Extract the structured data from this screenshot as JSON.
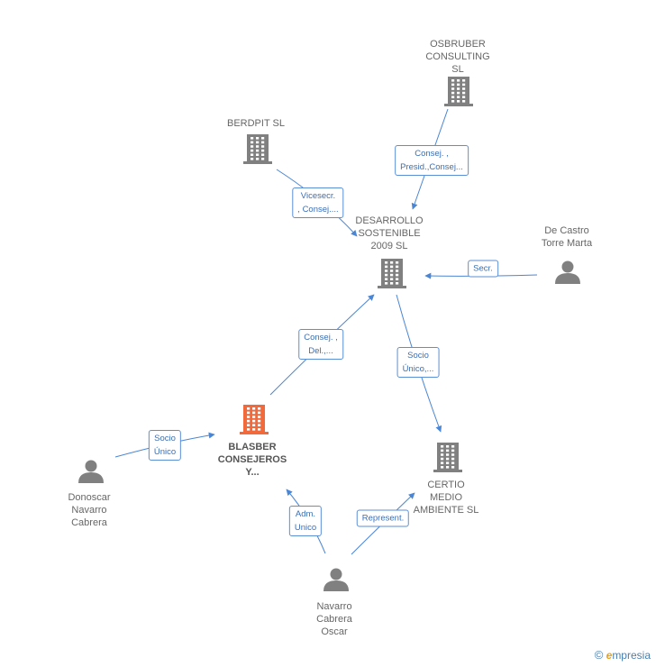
{
  "colors": {
    "edge": "#4a86d4",
    "company": "#808080",
    "company_main": "#f26a3c",
    "person": "#808080"
  },
  "nodes": [
    {
      "id": "osbruber",
      "type": "company",
      "label": "OSBRUBER\nCONSULTING\nSL",
      "icon": "building-icon"
    },
    {
      "id": "berdpit",
      "type": "company",
      "label": "BERDPIT SL",
      "icon": "building-icon"
    },
    {
      "id": "desarrollo",
      "type": "company",
      "label": "DESARROLLO\nSOSTENIBLE\n2009 SL",
      "icon": "building-icon"
    },
    {
      "id": "decastro",
      "type": "person",
      "label": "De Castro\nTorre Marta",
      "icon": "person-icon"
    },
    {
      "id": "blasber",
      "type": "company_main",
      "label": "BLASBER\nCONSEJEROS\nY...",
      "icon": "building-icon"
    },
    {
      "id": "certio",
      "type": "company",
      "label": "CERTIO\nMEDIO\nAMBIENTE  SL",
      "icon": "building-icon"
    },
    {
      "id": "donoscar",
      "type": "person",
      "label": "Donoscar\nNavarro\nCabrera",
      "icon": "person-icon"
    },
    {
      "id": "navarro",
      "type": "person",
      "label": "Navarro\nCabrera\nOscar",
      "icon": "person-icon"
    }
  ],
  "edges": [
    {
      "id": "e1",
      "from": "osbruber",
      "to": "desarrollo",
      "label": "Consej. ,\nPresid.,Consej..."
    },
    {
      "id": "e2",
      "from": "berdpit",
      "to": "desarrollo",
      "label": "Vicesecr.\n, Consej...."
    },
    {
      "id": "e3",
      "from": "decastro",
      "to": "desarrollo",
      "label": "Secr."
    },
    {
      "id": "e4",
      "from": "blasber",
      "to": "desarrollo",
      "label": "Consej. ,\nDel.,..."
    },
    {
      "id": "e5",
      "from": "desarrollo",
      "to": "certio",
      "label": "Socio\nÚnico,..."
    },
    {
      "id": "e6",
      "from": "donoscar",
      "to": "blasber",
      "label": "Socio\nÚnico"
    },
    {
      "id": "e7",
      "from": "navarro",
      "to": "blasber",
      "label": "Adm.\nUnico"
    },
    {
      "id": "e8",
      "from": "navarro",
      "to": "certio",
      "label": "Represent."
    }
  ],
  "brand": {
    "copyright": "©",
    "name_initial": "e",
    "name_rest": "mpresia"
  }
}
